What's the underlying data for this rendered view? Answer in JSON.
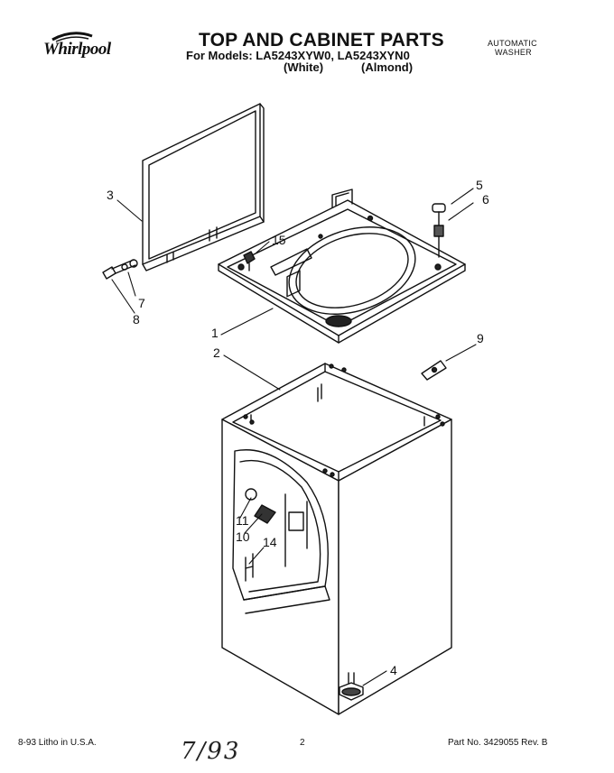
{
  "header": {
    "brand": "Whirlpool",
    "title": "TOP AND CABINET PARTS",
    "subtitle": "For Models: LA5243XYW0,   LA5243XYN0",
    "variant_white": "(White)",
    "variant_almond": "(Almond)",
    "category_line1": "AUTOMATIC",
    "category_line2": "WASHER"
  },
  "callouts": [
    "3",
    "5",
    "6",
    "15",
    "7",
    "8",
    "1",
    "2",
    "9",
    "11",
    "10",
    "14",
    "4"
  ],
  "footer": {
    "print_info": "8-93  Litho in U.S.A.",
    "page_number": "2",
    "part_number": "Part No. 3429055  Rev. B",
    "handwritten_date": "7/93"
  }
}
